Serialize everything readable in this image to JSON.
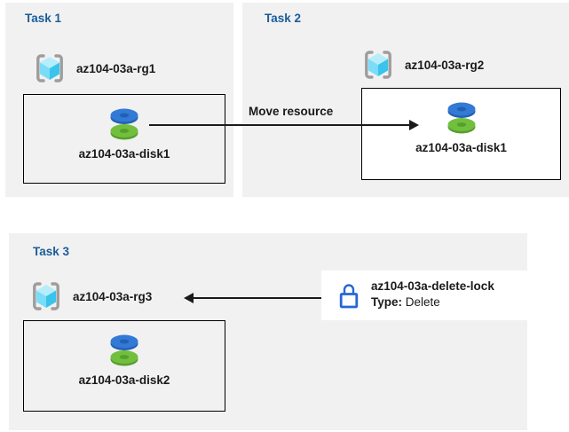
{
  "diagram": {
    "tasks": [
      {
        "title": "Task 1",
        "resource_group": "az104-03a-rg1",
        "resource": "az104-03a-disk1"
      },
      {
        "title": "Task 2",
        "resource_group": "az104-03a-rg2",
        "resource": "az104-03a-disk1"
      },
      {
        "title": "Task 3",
        "resource_group": "az104-03a-rg3",
        "resource": "az104-03a-disk2"
      }
    ],
    "move_arrow_label": "Move resource",
    "lock": {
      "name": "az104-03a-delete-lock",
      "type_label": "Type:",
      "type_value": "Delete"
    },
    "colors": {
      "panel_bg": "#f1f1f1",
      "task_title_blue": "#1b5c99",
      "arrow_black": "#1a1a1a",
      "lock_blue": "#2468d4",
      "disk_blue_top": "#3379d6",
      "disk_blue_side": "#2161b4",
      "disk_green_top": "#72bf3e",
      "disk_green_side": "#579f2c",
      "rg_cube_light": "#b6edfb",
      "rg_cube_mid": "#7bdcf8",
      "rg_cube_dark": "#38c4ed",
      "rg_bracket_gray": "#9d9d9d"
    }
  }
}
